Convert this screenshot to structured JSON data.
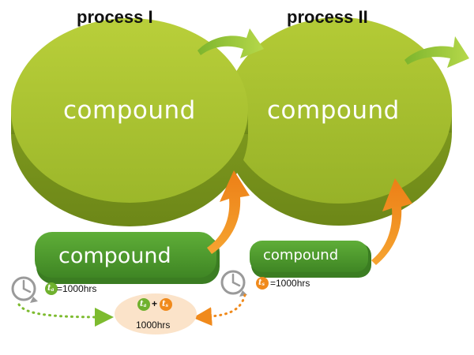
{
  "process_1": {
    "title": "process I",
    "disc_label": "compound",
    "pill_label": "compound",
    "time_symbol": "t",
    "time_subscript": "a",
    "time_text": "=1000hrs"
  },
  "process_2": {
    "title": "process II",
    "disc_label": "compound",
    "pill_label": "compound",
    "time_symbol": "t",
    "time_subscript": "s",
    "time_text": "=1000hrs"
  },
  "result": {
    "term_1_symbol": "t",
    "term_1_subscript": "a",
    "operator": "+",
    "term_2_symbol": "t",
    "term_2_subscript": "s",
    "hours": "1000hrs"
  },
  "colors": {
    "disc_top": "#a6c12a",
    "disc_side": "#7f9b1e",
    "pill_green": "#4e9a2f",
    "arrow_orange": "#f08a1c",
    "arrow_green": "#8fc23a",
    "clock_gray": "#9a9a9a",
    "result_bg": "#fbe3c9",
    "dot_green": "#6fb12e",
    "dot_orange": "#f08a1c"
  },
  "icons": [
    "clock-icon",
    "curved-arrow-icon",
    "dotted-arrow-icon"
  ]
}
